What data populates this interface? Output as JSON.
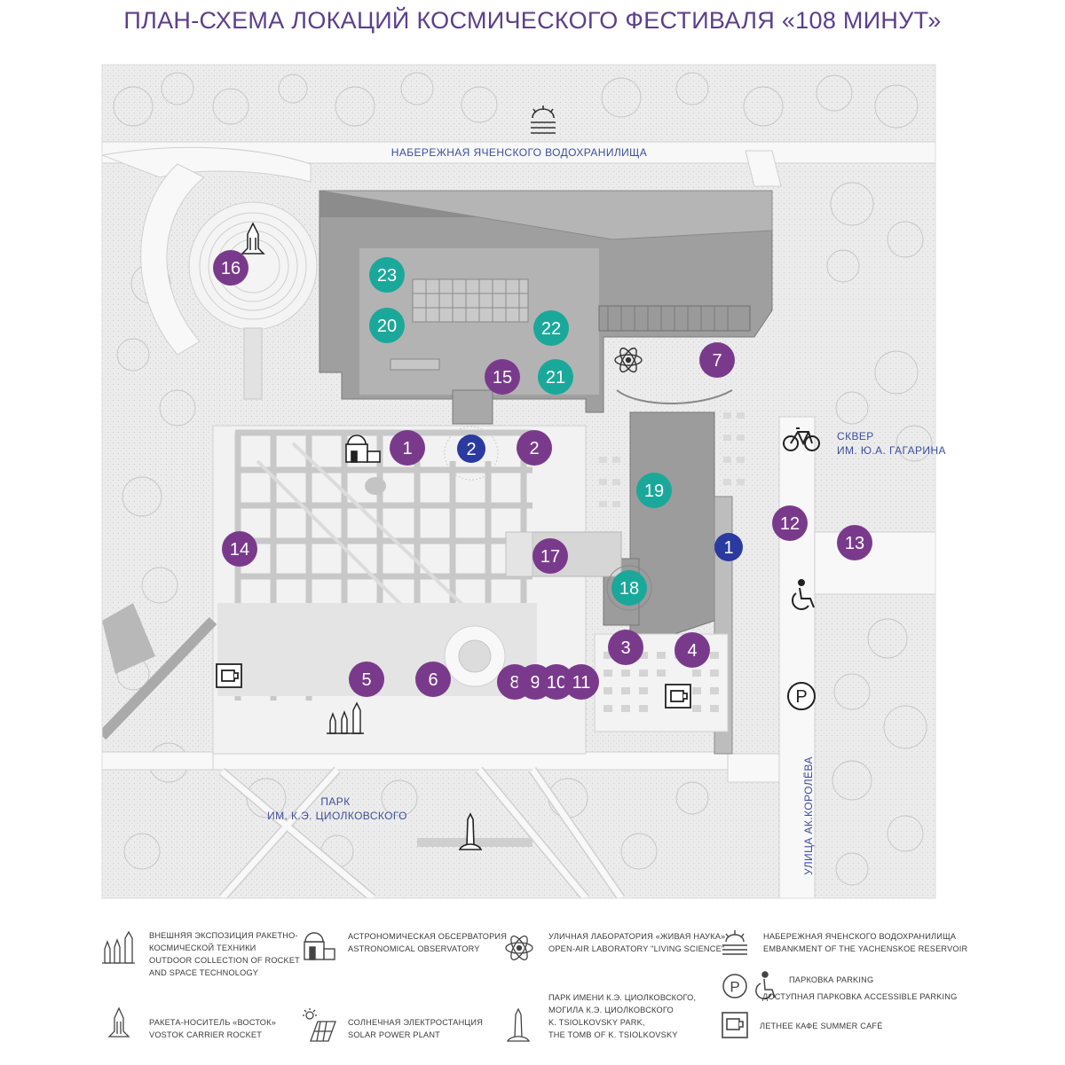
{
  "title": "ПЛАН-СХЕМА ЛОКАЦИЙ КОСМИЧЕСКОГО ФЕСТИВАЛЯ «108 МИНУТ»",
  "colors": {
    "title": "#5b3f8c",
    "marker_purple": "#7a3a8c",
    "marker_teal": "#1aa89a",
    "marker_blue": "#2a3aa0",
    "map_bg": "#ededed",
    "building": "#a4a4a4",
    "road": "#f9f9f9",
    "map_label": "#3d4e9e"
  },
  "map_labels": {
    "embankment": "НАБЕРЕЖНАЯ ЯЧЕНСКОГО ВОДОХРАНИЛИЩА",
    "square_line1": "СКВЕР",
    "square_line2": "ИМ. Ю.А. ГАГАРИНА",
    "park_line1": "ПАРК",
    "park_line2": "ИМ. К.Э. ЦИОЛКОВСКОГО",
    "street": "УЛИЦА АК.КОРОЛЁВА"
  },
  "markers": [
    {
      "label": "1",
      "color": "purple"
    },
    {
      "label": "2",
      "color": "purple"
    },
    {
      "label": "3",
      "color": "purple"
    },
    {
      "label": "4",
      "color": "purple"
    },
    {
      "label": "5",
      "color": "purple"
    },
    {
      "label": "6",
      "color": "purple"
    },
    {
      "label": "7",
      "color": "purple"
    },
    {
      "label": "8",
      "color": "purple"
    },
    {
      "label": "9",
      "color": "purple"
    },
    {
      "label": "10",
      "color": "purple"
    },
    {
      "label": "11",
      "color": "purple"
    },
    {
      "label": "12",
      "color": "purple"
    },
    {
      "label": "13",
      "color": "purple"
    },
    {
      "label": "14",
      "color": "purple"
    },
    {
      "label": "15",
      "color": "purple"
    },
    {
      "label": "16",
      "color": "purple"
    },
    {
      "label": "17",
      "color": "purple"
    },
    {
      "label": "18",
      "color": "teal"
    },
    {
      "label": "19",
      "color": "teal"
    },
    {
      "label": "20",
      "color": "teal"
    },
    {
      "label": "21",
      "color": "teal"
    },
    {
      "label": "22",
      "color": "teal"
    },
    {
      "label": "23",
      "color": "teal"
    },
    {
      "label": "1",
      "color": "blue"
    },
    {
      "label": "2",
      "color": "blue"
    }
  ],
  "map_icons": [
    "observatory-icon",
    "atom-icon",
    "bicycle-icon",
    "wheelchair-icon",
    "parking-icon",
    "cafe-icon",
    "rocket-collection-icon",
    "rocket-icon",
    "obelisk-icon",
    "embankment-icon"
  ],
  "legend": {
    "rocket_collection": [
      "ВНЕШНЯЯ ЭКСПОЗИЦИЯ РАКЕТНО-",
      "КОСМИЧЕСКОЙ ТЕХНИКИ",
      "OUTDOOR COLLECTION OF ROCKET",
      "AND SPACE TECHNOLOGY"
    ],
    "observatory": [
      "АСТРОНОМИЧЕСКАЯ ОБСЕРВАТОРИЯ",
      "ASTRONOMICAL OBSERVATORY"
    ],
    "lab": [
      "УЛИЧНАЯ ЛАБОРАТОРИЯ «ЖИВАЯ НАУКА»",
      "OPEN-AIR LABORATORY \"LIVING SCIENCE\""
    ],
    "embankment": [
      "НАБЕРЕЖНАЯ ЯЧЕНСКОГО ВОДОХРАНИЛИЩА",
      "EMBANKMENT OF THE YACHENSKOE RESERVOIR"
    ],
    "parking": [
      "ПАРКОВКА  PARKING",
      "ДОСТУПНАЯ ПАРКОВКА  ACCESSIBLE PARKING"
    ],
    "vostok": [
      "РАКЕТА-НОСИТЕЛЬ «ВОСТОК»",
      "VOSTOK CARRIER ROCKET"
    ],
    "solar": [
      "СОЛНЕЧНАЯ ЭЛЕКТРОСТАНЦИЯ",
      "SOLAR POWER PLANT"
    ],
    "park": [
      "ПАРК ИМЕНИ К.Э. ЦИОЛКОВСКОГО,",
      "МОГИЛА К.Э. ЦИОЛКОВСКОГО",
      "K. TSIOLKOVSKY PARK,",
      "THE TOMB OF K. TSIOLKOVSKY"
    ],
    "cafe": [
      "ЛЕТНЕЕ КАФЕ  SUMMER CAFÉ"
    ]
  }
}
